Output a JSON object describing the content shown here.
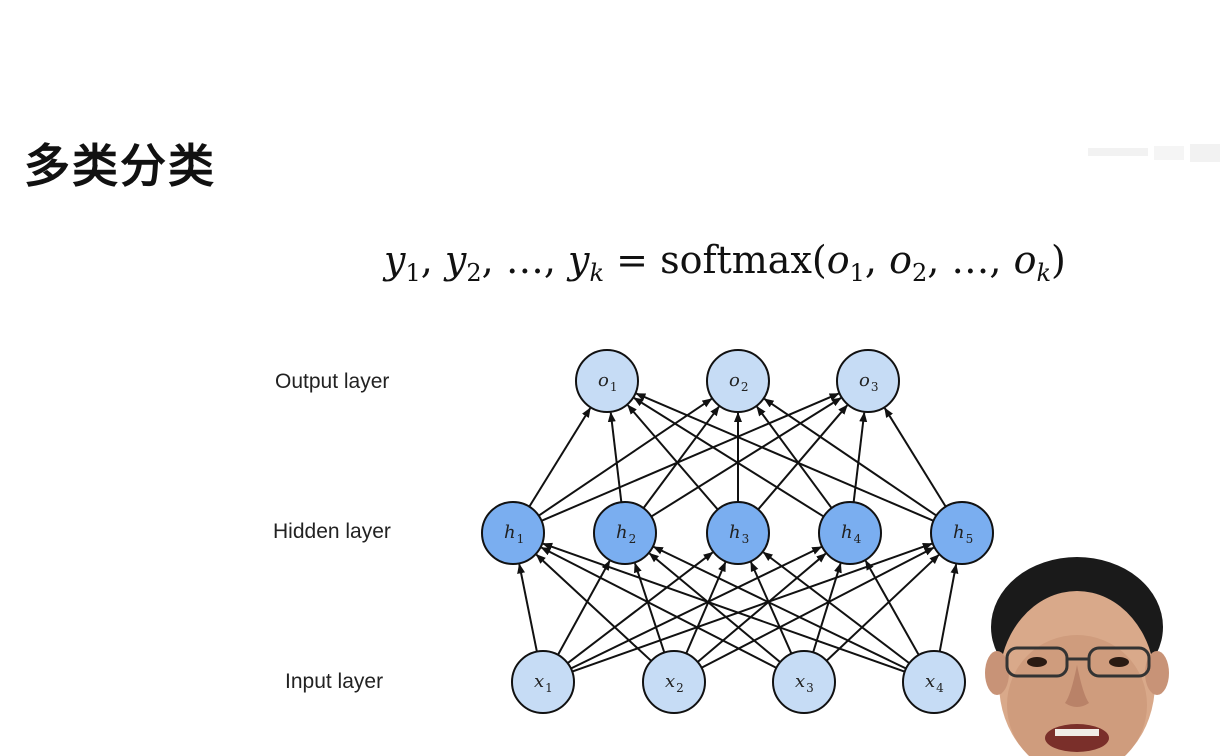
{
  "slide": {
    "title": "多类分类"
  },
  "formula": {
    "lhs": [
      "y",
      "y",
      "y"
    ],
    "lhs_subs": [
      "1",
      "2",
      "k"
    ],
    "ellipsis": "…",
    "equals": "=",
    "function": "softmax",
    "rhs": [
      "o",
      "o",
      "o"
    ],
    "rhs_subs": [
      "1",
      "2",
      "k"
    ]
  },
  "layers": {
    "output": {
      "label": "Output layer"
    },
    "hidden": {
      "label": "Hidden layer"
    },
    "input": {
      "label": "Input layer"
    }
  },
  "network": {
    "output_nodes": [
      {
        "var": "o",
        "sub": "1"
      },
      {
        "var": "o",
        "sub": "2"
      },
      {
        "var": "o",
        "sub": "3"
      }
    ],
    "hidden_nodes": [
      {
        "var": "h",
        "sub": "1"
      },
      {
        "var": "h",
        "sub": "2"
      },
      {
        "var": "h",
        "sub": "3"
      },
      {
        "var": "h",
        "sub": "4"
      },
      {
        "var": "h",
        "sub": "5"
      }
    ],
    "input_nodes": [
      {
        "var": "x",
        "sub": "1"
      },
      {
        "var": "x",
        "sub": "2"
      },
      {
        "var": "x",
        "sub": "3"
      },
      {
        "var": "x",
        "sub": "4"
      }
    ],
    "connectivity": "fully-connected",
    "colors": {
      "light_node": "#c6dcf5",
      "hidden_node": "#7aaef0",
      "stroke": "#111111"
    }
  }
}
